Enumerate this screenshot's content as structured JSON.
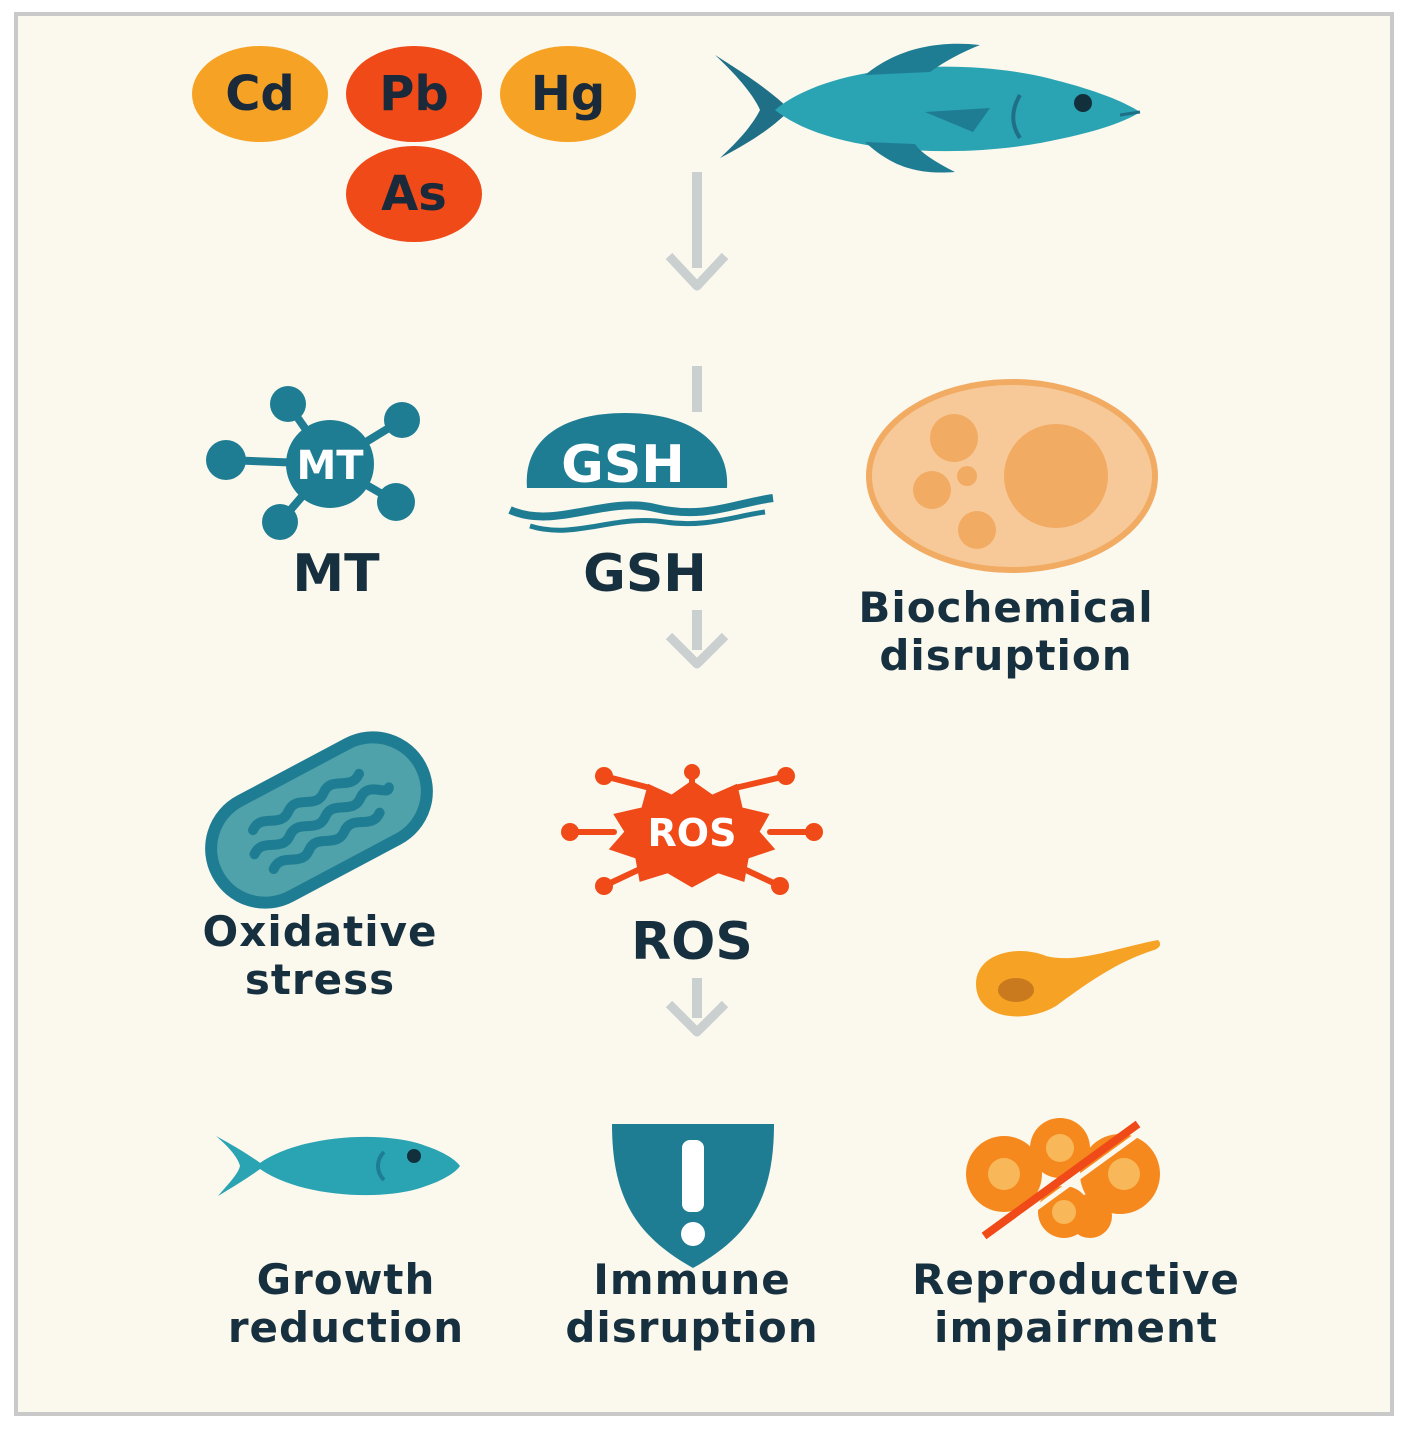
{
  "metals": [
    {
      "symbol": "Cd",
      "color": "#f6a224"
    },
    {
      "symbol": "Pb",
      "color": "#f04a18"
    },
    {
      "symbol": "Hg",
      "color": "#f6a224"
    },
    {
      "symbol": "As",
      "color": "#f04a18"
    }
  ],
  "mt": {
    "icon_text": "MT",
    "label": "MT"
  },
  "gsh": {
    "icon_text": "GSH",
    "label": "GSH"
  },
  "biochemical": {
    "line1": "Biochemical",
    "line2": "disruption"
  },
  "oxidative": {
    "line1": "Oxidative",
    "line2": "stress"
  },
  "ros": {
    "icon_text": "ROS",
    "label": "ROS"
  },
  "outcomes": [
    {
      "line1": "Growth",
      "line2": "reduction"
    },
    {
      "line1": "Immune",
      "line2": "disruption"
    },
    {
      "line1": "Reproductive",
      "line2": "impairment"
    }
  ],
  "colors": {
    "teal": "#1f7d93",
    "teal_light": "#2aa3b3",
    "orange": "#f6a224",
    "red_orange": "#f04a18",
    "peach": "#f7c998",
    "text": "#17303f",
    "arrow": "#c9d0cf",
    "background": "#fbf8ee"
  }
}
